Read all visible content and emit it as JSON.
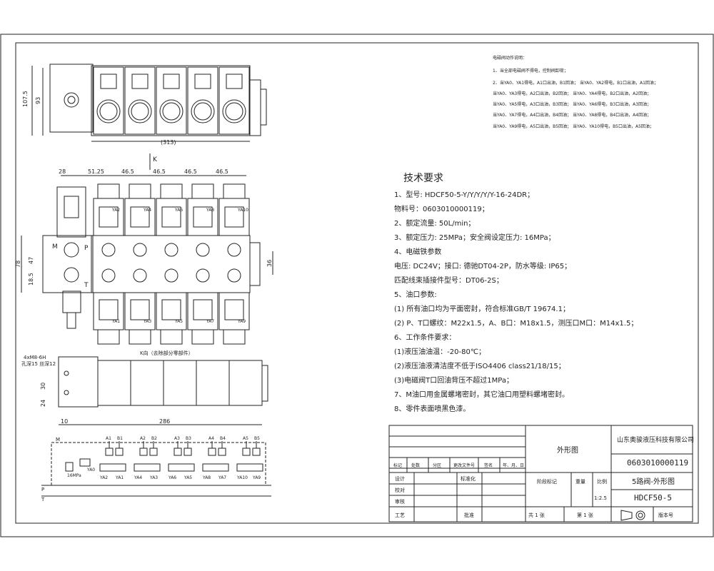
{
  "notes_small": {
    "title": "电磁阀动作说明：",
    "lines": [
      "1、当全部电磁阀不得电，控制阀卸荷；",
      "2、当YA0、YA1得电，A1口出油，B1回油；        当YA0、YA2得电，B1口出油，A1回油；",
      "    当YA0、YA3得电，A2口出油，B2回油；        当YA0、YA4得电，B2口出油，A2回油；",
      "    当YA0、YA5得电，A3口出油，B3回油；        当YA0、YA6得电，B3口出油，A3回油；",
      "    当YA0、YA7得电，A4口出油，B4回油；        当YA0、YA8得电，B4口出油，A4回油；",
      "    当YA0、YA9得电，A5口出油，B5回油；        当YA0、YA10得电，B5口出油，A5回油；"
    ]
  },
  "tech": {
    "heading": "技术要求",
    "lines": [
      "1、型号: HDCF50-5-Y/Y/Y/Y/Y-16-24DR；",
      "    物料号：0603010000119；",
      "2、额定流量: 50L/min；",
      "3、额定压力: 25MPa；安全阀设定压力: 16MPa；",
      "4、电磁铁参数",
      "    电压: DC24V；接口: 德驰DT04-2P，防水等级: IP65；",
      "    匹配线束插接件型号：DT06-2S；",
      "5、油口参数:",
      "    (1) 所有油口均为平面密封，符合标准GB/T 19674.1；",
      "    (2) P、T口螺纹：M22x1.5，A、B口：M18x1.5，测压口M口：M14x1.5；",
      "6、工作条件要求：",
      "    (1)液压油油温：-20-80℃；",
      "    (2)液压油液清洁度不低于ISO4406 class21/18/15；",
      "    (3)电磁阀T口回油背压不超过1MPa；",
      "7、M油口用金属螺堵密封，其它油口用塑料螺堵密封。",
      "8、零件表面喷黑色漆。"
    ]
  },
  "dims": {
    "top_w": "(313)",
    "top_h1": "107.5",
    "top_h2": "93",
    "k": "K",
    "spacing": [
      "28",
      "51.25",
      "46.5",
      "46.5",
      "46.5",
      "46.5"
    ],
    "left_78": "78",
    "left_47": "47",
    "left_18": "18.5",
    "right_36": "36",
    "view_k": "K向（去除部分零部件）",
    "bottom_label1": "4xM8-6H",
    "bottom_label2": "孔深15  丝深12",
    "side_30": "30",
    "side_24": "24",
    "len_10": "10",
    "len_286": "286",
    "port_M": "M",
    "port_P": "P",
    "port_T": "T"
  },
  "sections": [
    {
      "a": "A1",
      "b": "B1",
      "ya_top": "YA2",
      "ya_bot": "YA1"
    },
    {
      "a": "A2",
      "b": "B2",
      "ya_top": "YA4",
      "ya_bot": "YA3"
    },
    {
      "a": "A3",
      "b": "B3",
      "ya_top": "YA6",
      "ya_bot": "YA5"
    },
    {
      "a": "A4",
      "b": "B4",
      "ya_top": "YA8",
      "ya_bot": "YA7"
    },
    {
      "a": "A5",
      "b": "B5",
      "ya_top": "YA10",
      "ya_bot": "YA9"
    }
  ],
  "schematic": {
    "ya0": "YA0",
    "relief": "16MPa",
    "m": "M",
    "p": "P",
    "t": "T",
    "labels_top": [
      "A1",
      "B1",
      "A2",
      "B2",
      "A3",
      "B3",
      "A4",
      "B4",
      "A5",
      "B5"
    ],
    "labels_bot": [
      "YA2",
      "YA1",
      "YA4",
      "YA3",
      "YA6",
      "YA5",
      "YA8",
      "YA7",
      "YA10",
      "YA9"
    ]
  },
  "titleblock": {
    "title_center": "外形图",
    "company": "山东奥骏液压科技有限公司",
    "part_no": "0603010000119",
    "name": "5路阀-外形图",
    "code": "HDCF50-5",
    "row_labels": [
      "标记",
      "处数",
      "分区",
      "更改文件号",
      "签名",
      "年、月、日"
    ],
    "design": "设计",
    "std": "标准化",
    "check": "校对",
    "review": "审核",
    "craft": "工艺",
    "approve": "批准",
    "stage_mark": "阶段标记",
    "weight": "重量",
    "scale": "比例",
    "scale_val": "1:2.5",
    "sheets": "共  1  张",
    "sheet": "第  1  张",
    "version": "版本号"
  }
}
